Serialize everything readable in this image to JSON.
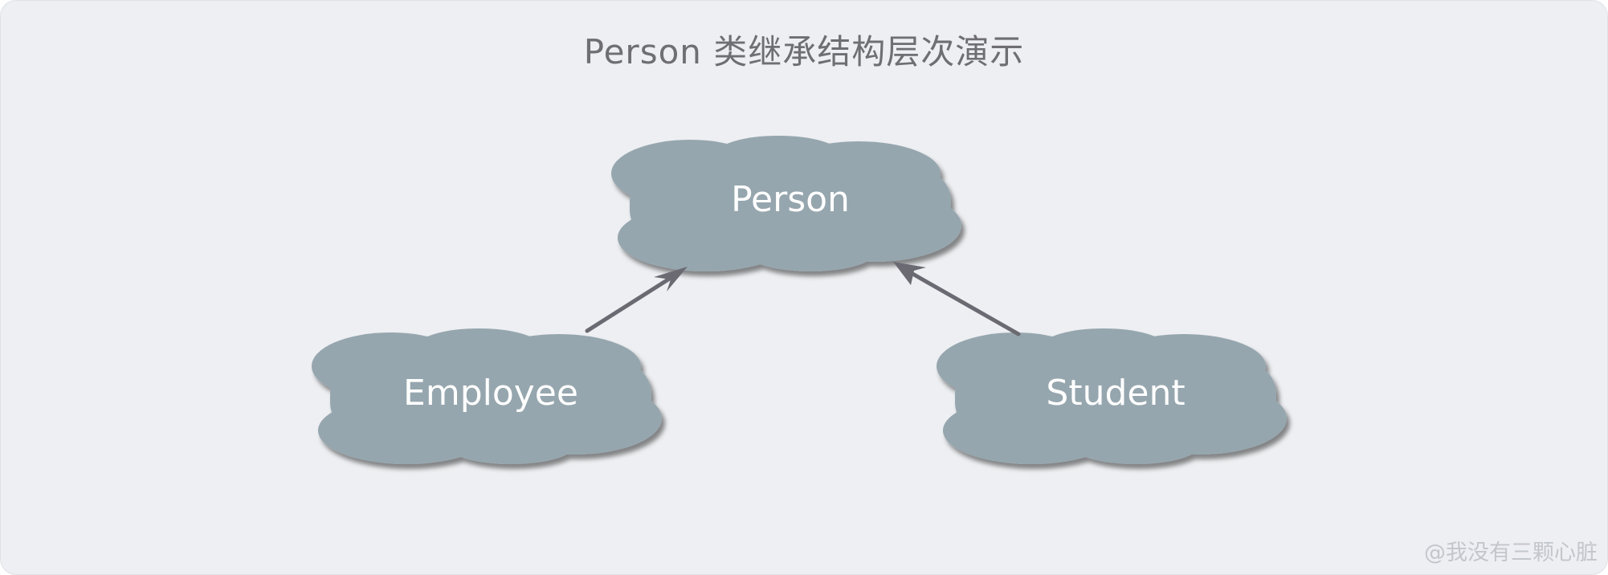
{
  "title": "Person 类继承结构层次演示",
  "nodes": {
    "parent": "Person",
    "left_child": "Employee",
    "right_child": "Student"
  },
  "watermark": "@我没有三颗心脏",
  "colors": {
    "background": "#edeff2",
    "cloud_fill": "#96a6ae",
    "arrow": "#6b6a72",
    "title_text": "#6e6e73",
    "label_text": "#ffffff",
    "watermark_text": "#c3c6cb"
  }
}
